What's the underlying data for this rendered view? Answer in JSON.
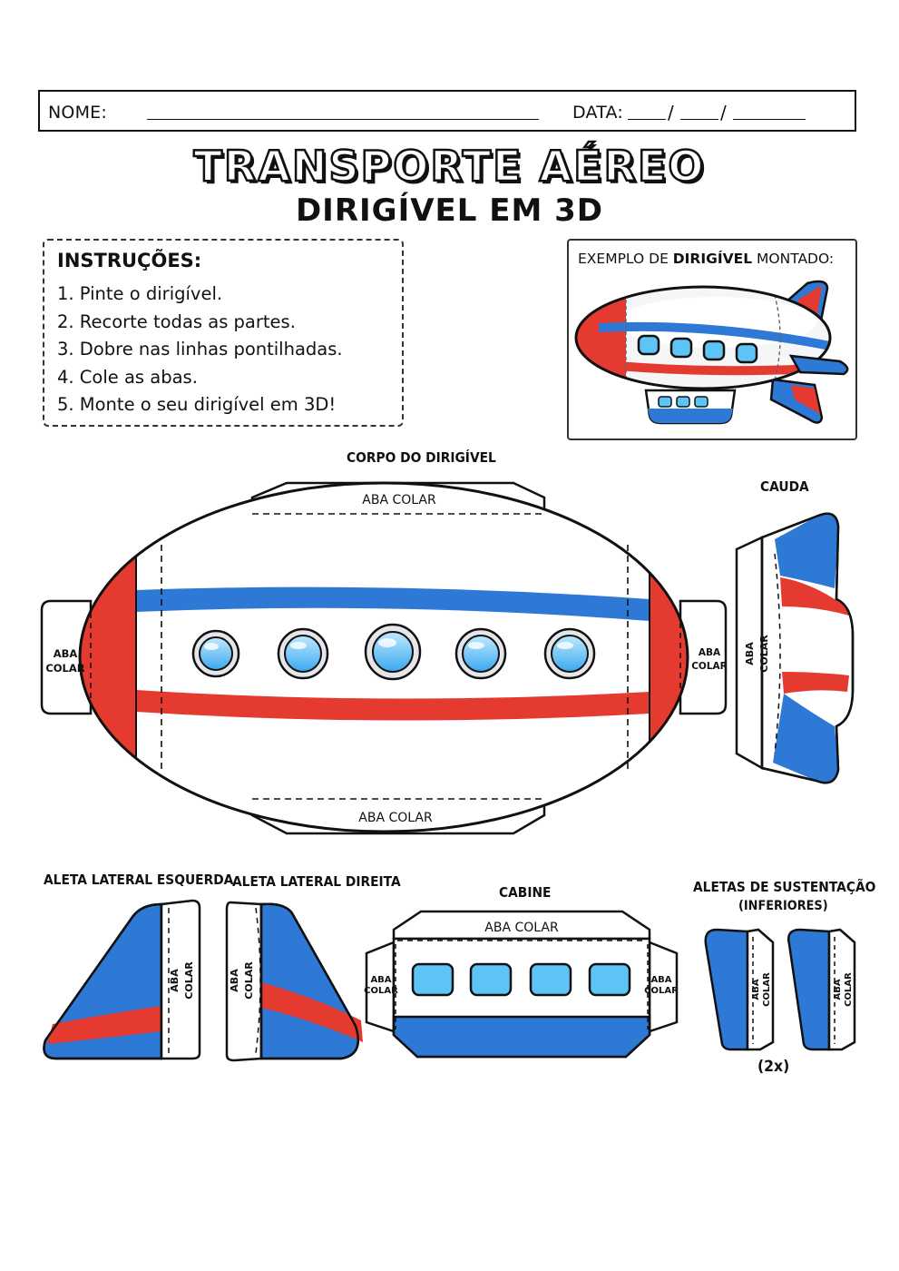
{
  "header": {
    "name_label": "NOME:",
    "date_label": "DATA:",
    "date_sep": "/"
  },
  "title": "TRANSPORTE AÉREO",
  "subtitle": "DIRIGÍVEL EM 3D",
  "instructions": {
    "title": "INSTRUÇÕES:",
    "steps": [
      "1.  Pinte o dirigível.",
      "2.  Recorte todas as partes.",
      "3.  Dobre nas linhas pontilhadas.",
      "4.  Cole as abas.",
      "5.  Monte o seu dirigível em 3D!"
    ]
  },
  "example": {
    "title_prefix": "EXEMPLO DE ",
    "title_bold": "DIRIGÍVEL",
    "title_suffix": " MONTADO:"
  },
  "labels": {
    "body": "CORPO DO DIRIGÍVEL",
    "tail": "CAUDA",
    "left_fin": "ALETA LATERAL ESQUERDA",
    "right_fin": "ALETA LATERAL DIREITA",
    "cabin": "CABINE",
    "support_fins_1": "ALETAS DE SUSTENTAÇÃO",
    "support_fins_2": "(INFERIORES)",
    "support_count": "(2x)"
  },
  "tabs": {
    "glue": "ABA COLAR",
    "glue_top": "ABA",
    "glue_bottom": "COLAR"
  },
  "colors": {
    "blue": "#2e78d6",
    "red": "#e53a2f",
    "window": "#5ec4f5",
    "outline": "#111111"
  }
}
